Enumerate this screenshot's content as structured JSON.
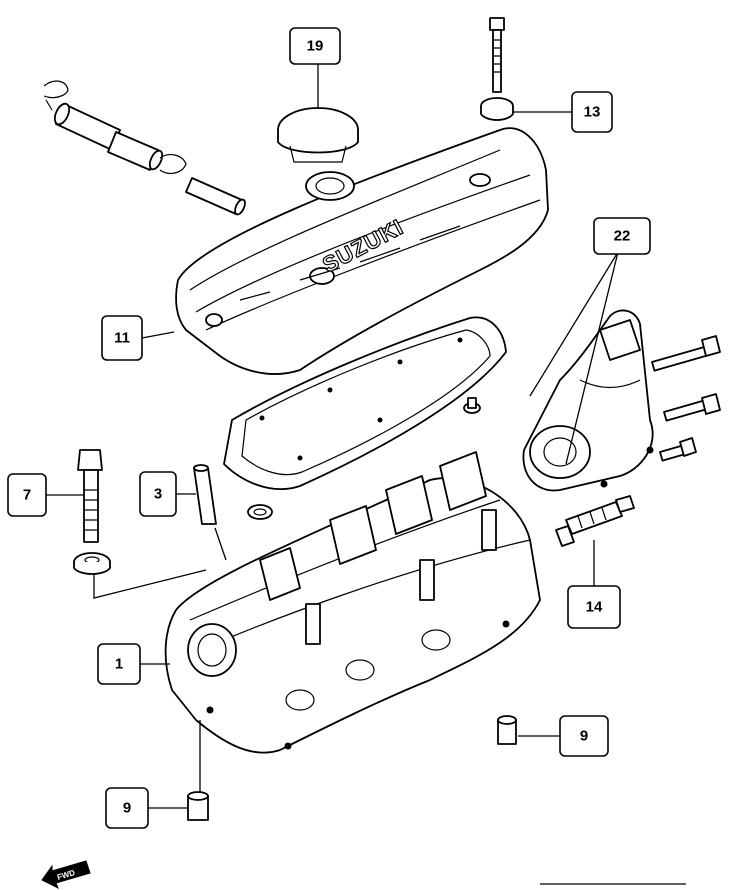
{
  "callouts": [
    {
      "id": "c19",
      "label": "19"
    },
    {
      "id": "c13",
      "label": "13"
    },
    {
      "id": "c22",
      "label": "22"
    },
    {
      "id": "c11",
      "label": "11"
    },
    {
      "id": "c7",
      "label": "7"
    },
    {
      "id": "c3",
      "label": "3"
    },
    {
      "id": "c14",
      "label": "14"
    },
    {
      "id": "c1",
      "label": "1"
    },
    {
      "id": "c9a",
      "label": "9"
    },
    {
      "id": "c9b",
      "label": "9"
    }
  ],
  "cover_logo": "SUZUKI",
  "fwd_arrow_label": "FWD",
  "colors": {
    "line": "#000000",
    "background": "#ffffff"
  }
}
